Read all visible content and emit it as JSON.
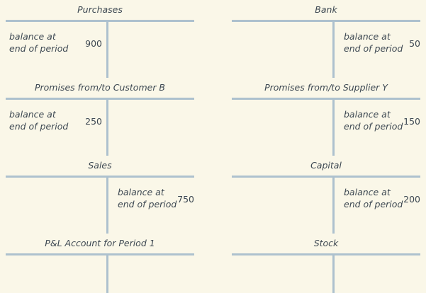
{
  "page": {
    "background_color": "#faf7e8",
    "rule_color": "#adc1ce",
    "text_color": "#3d4852",
    "entry_label": "balance at end of period"
  },
  "accounts": [
    {
      "id": "purchases",
      "title": "Purchases",
      "column": "left",
      "row": 0,
      "debit": {
        "label": "balance at end of period",
        "amount": "900"
      },
      "credit": {
        "label": "",
        "amount": ""
      }
    },
    {
      "id": "bank",
      "title": "Bank",
      "column": "right",
      "row": 0,
      "debit": {
        "label": "",
        "amount": ""
      },
      "credit": {
        "label": "balance at end of period",
        "amount": "50"
      }
    },
    {
      "id": "promises-customer-b",
      "title": "Promises from/to Customer B",
      "column": "left",
      "row": 1,
      "debit": {
        "label": "balance at end of period",
        "amount": "250"
      },
      "credit": {
        "label": "",
        "amount": ""
      }
    },
    {
      "id": "promises-supplier-y",
      "title": "Promises from/to Supplier Y",
      "column": "right",
      "row": 1,
      "debit": {
        "label": "",
        "amount": ""
      },
      "credit": {
        "label": "balance at end of period",
        "amount": "150"
      }
    },
    {
      "id": "sales",
      "title": "Sales",
      "column": "left",
      "row": 2,
      "debit": {
        "label": "",
        "amount": ""
      },
      "credit": {
        "label": "balance at end of period",
        "amount": "750"
      }
    },
    {
      "id": "capital",
      "title": "Capital",
      "column": "right",
      "row": 2,
      "debit": {
        "label": "",
        "amount": ""
      },
      "credit": {
        "label": "balance at end of period",
        "amount": "200"
      }
    },
    {
      "id": "pl-account-period-1",
      "title": "P&L Account for Period 1",
      "column": "left",
      "row": 3,
      "debit": {
        "label": "",
        "amount": ""
      },
      "credit": {
        "label": "",
        "amount": ""
      }
    },
    {
      "id": "stock",
      "title": "Stock",
      "column": "right",
      "row": 3,
      "debit": {
        "label": "",
        "amount": ""
      },
      "credit": {
        "label": "",
        "amount": ""
      }
    }
  ]
}
